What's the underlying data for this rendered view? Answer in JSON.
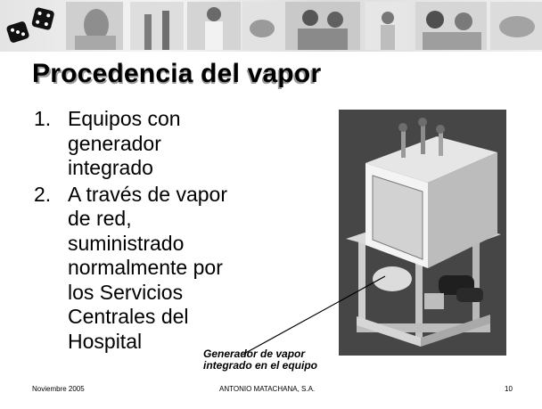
{
  "slide": {
    "title": "Procedencia del vapor",
    "items": [
      {
        "number": "1.",
        "text": "Equipos con generador integrado"
      },
      {
        "number": "2.",
        "text": "A través de vapor de red, suministrado normalmente por los Servicios Centrales del Hospital"
      }
    ],
    "caption_line1": "Generador de vapor",
    "caption_line2": "integrado en el equipo"
  },
  "footer": {
    "date": "Noviembre 2005",
    "company": "ANTONIO MATACHANA, S.A.",
    "page_number": "10"
  },
  "icons": {
    "logo": "dice-logo-icon",
    "device": "sterilizer-photo"
  }
}
